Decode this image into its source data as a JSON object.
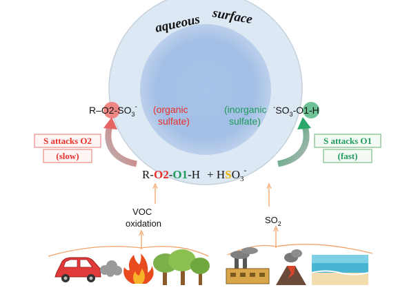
{
  "title": "aqueous surface",
  "title_words": [
    "aqueous",
    "surface"
  ],
  "left_product": {
    "parts": [
      "R",
      "–",
      "O2",
      "-SO",
      "3",
      "-"
    ],
    "caption_lines": [
      "(organic",
      "sulfate)"
    ],
    "badge_lines": [
      "S attacks O2",
      "(slow)"
    ]
  },
  "right_product": {
    "parts": [
      "-",
      "SO",
      "3",
      "-",
      "O1",
      "-H"
    ],
    "caption_lines": [
      "(inorganic",
      "sulfate)"
    ],
    "badge_lines": [
      "S attacks O1",
      "(fast)"
    ]
  },
  "reaction": {
    "parts": [
      "R-",
      "O2",
      "-",
      "O1",
      "-H",
      "+ H",
      "S",
      "O",
      "3",
      "-"
    ]
  },
  "sources": {
    "voc_lines": [
      "VOC",
      "oxidation"
    ],
    "so2": [
      "SO",
      "2"
    ]
  },
  "colors": {
    "circle_outer": "#dce8f6",
    "circle_inner": "#a9c3e6",
    "circle_stroke": "#c7d2dd",
    "red": "#e8302a",
    "green": "#1f9a5b",
    "orange_arrow": "#f3a267",
    "sulfur": "#f0b400",
    "badge_red_border": "#e98a86",
    "badge_red_fill": "#fff5f4",
    "badge_green_border": "#7dbb86",
    "badge_green_fill": "#f4fbf4",
    "red_atom": "#f07b78",
    "green_atom": "#5dbb8b"
  },
  "icons": [
    "car-icon",
    "smoke-icon",
    "fire-icon",
    "trees-icon",
    "factory-icon",
    "volcano-icon",
    "ocean-icon"
  ]
}
